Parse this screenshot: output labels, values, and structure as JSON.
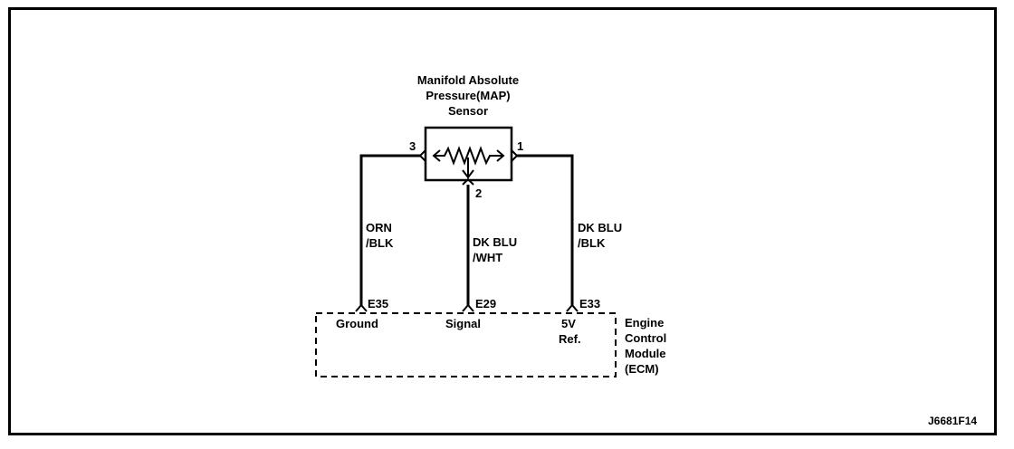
{
  "sensor": {
    "title_lines": [
      "Manifold Absolute",
      "Pressure(MAP)",
      "Sensor"
    ],
    "pins": {
      "left": "3",
      "right": "1",
      "bottom": "2"
    }
  },
  "wires": {
    "left": {
      "color_lines": [
        "ORN",
        "/BLK"
      ]
    },
    "middle": {
      "color_lines": [
        "DK BLU",
        "/WHT"
      ]
    },
    "right": {
      "color_lines": [
        "DK BLU",
        "/BLK"
      ]
    }
  },
  "ecm": {
    "connectors": {
      "left": "E35",
      "middle": "E29",
      "right": "E33"
    },
    "terminals": {
      "left": "Ground",
      "middle": "Signal",
      "right_lines": [
        "5V",
        "Ref."
      ]
    },
    "label_lines": [
      "Engine",
      "Control",
      "Module",
      "(ECM)"
    ]
  },
  "figure_id": "J6681F14"
}
